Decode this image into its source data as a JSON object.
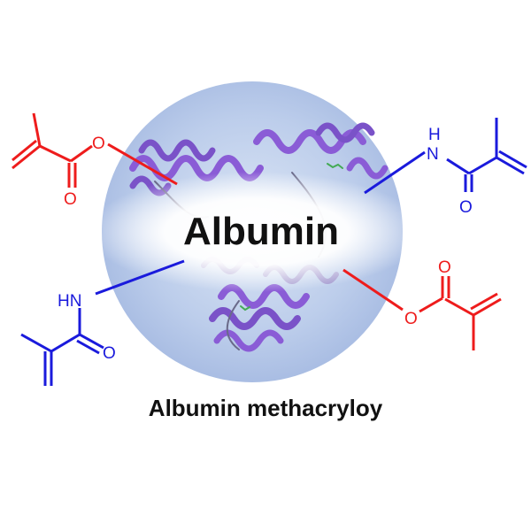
{
  "center_label": "Albumin",
  "caption": "Albumin methacryloy",
  "atoms": {
    "oxygen": "O",
    "amine": "HN",
    "nitrogen_h": "H",
    "nitrogen": "N"
  },
  "colors": {
    "methacrylate": "#ee1c1c",
    "methacrylamide": "#1a1adc",
    "sphere": "#b4c6e6",
    "protein": "#8a5cd6"
  },
  "groups": [
    {
      "name": "methacrylate ester",
      "position": "top-left"
    },
    {
      "name": "methacrylamide",
      "position": "top-right"
    },
    {
      "name": "methacrylamide",
      "position": "bottom-left"
    },
    {
      "name": "methacrylate ester",
      "position": "bottom-right"
    }
  ]
}
